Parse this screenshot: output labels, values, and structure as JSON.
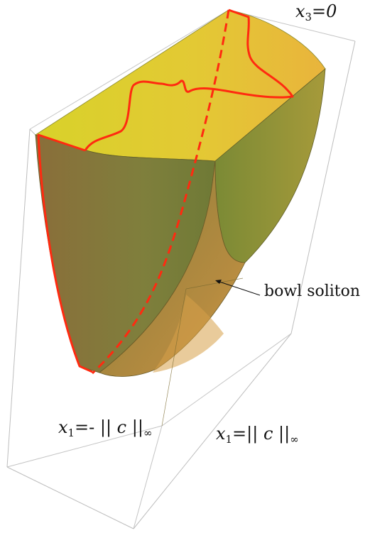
{
  "labels": {
    "plane": {
      "var": "x",
      "sub": "3",
      "eq": "=0"
    },
    "soliton": "bowl soliton",
    "left_bound": {
      "var": "x",
      "sub": "1",
      "eq": "=- || ",
      "c": "c",
      "close": " ||",
      "inf": "∞"
    },
    "right_bound": {
      "var": "x",
      "sub": "1",
      "eq": "=|| ",
      "c": "c",
      "close": " ||",
      "inf": "∞"
    }
  },
  "colors": {
    "frame": "#b8b8b8",
    "curve": "#ff2a10",
    "top_face": "#dccf2a",
    "top_face_right": "#e8b838",
    "left_wall": "#7f7a3c",
    "right_wall": "#8f8e34",
    "bowl": "#a07f3a",
    "bowl_highlight": "#c99a44"
  }
}
